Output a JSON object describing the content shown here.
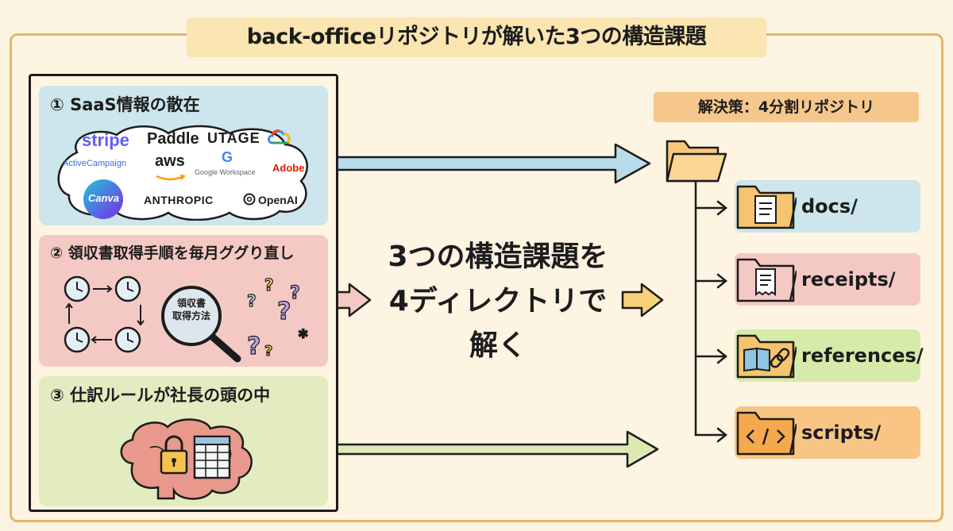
{
  "title": "back-officeリポジトリが解いた3つの構造課題",
  "problems": [
    {
      "title": "① SaaS情報の散在",
      "logos": [
        "stripe",
        "Paddle",
        "UTAGE",
        "ActiveCampaign",
        "aws",
        "Google Workspace",
        "Adobe",
        "Canva",
        "ANTHROPIC",
        "OpenAI"
      ]
    },
    {
      "title": "② 領収書取得手順を毎月ググり直し",
      "magnifier_text_1": "領収書",
      "magnifier_text_2": "取得方法"
    },
    {
      "title": "③ 仕訳ルールが社長の頭の中"
    }
  ],
  "center": {
    "line1": "3つの構造課題を",
    "line2": "4ディレクトリで",
    "line3": "解く"
  },
  "solution": {
    "label": "解決策：4分割リポジトリ",
    "dirs": [
      {
        "name": "docs/",
        "icon": "document-icon",
        "color": "#cde5ec"
      },
      {
        "name": "receipts/",
        "icon": "receipt-icon",
        "color": "#f4c9c4"
      },
      {
        "name": "references/",
        "icon": "book-link-icon",
        "color": "#d6eaa9"
      },
      {
        "name": "scripts/",
        "icon": "code-icon",
        "color": "#f8c585"
      }
    ]
  }
}
